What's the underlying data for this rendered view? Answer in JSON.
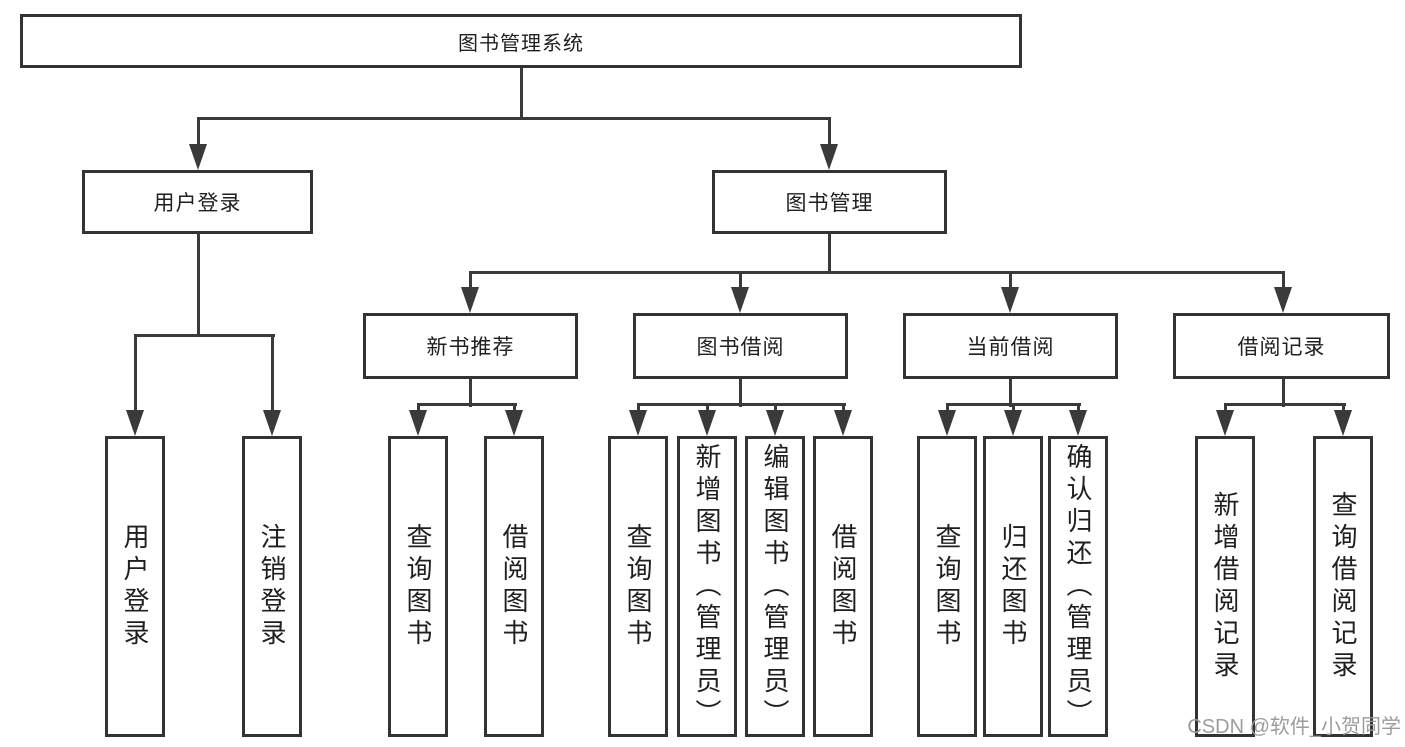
{
  "nodes": {
    "root": "图书管理系统",
    "user_login": "用户登录",
    "book_management": "图书管理",
    "new_book_recommend": "新书推荐",
    "book_borrowing": "图书借阅",
    "current_borrowing": "当前借阅",
    "borrowing_records": "借阅记录",
    "leaf_user_login": "用户登录",
    "leaf_logout": "注销登录",
    "leaf_query_books_a": "查询图书",
    "leaf_borrow_books_a": "借阅图书",
    "leaf_query_books_b": "查询图书",
    "leaf_add_books_admin": "新增图书（管理员）",
    "leaf_edit_books_admin": "编辑图书（管理员）",
    "leaf_borrow_books_b": "借阅图书",
    "leaf_query_books_c": "查询图书",
    "leaf_return_books": "归还图书",
    "leaf_confirm_return_admin": "确认归还（管理员）",
    "leaf_add_borrow_record": "新增借阅记录",
    "leaf_query_borrow_record": "查询借阅记录"
  },
  "hierarchy": {
    "图书管理系统": {
      "用户登录": [
        "用户登录",
        "注销登录"
      ],
      "图书管理": {
        "新书推荐": [
          "查询图书",
          "借阅图书"
        ],
        "图书借阅": [
          "查询图书",
          "新增图书（管理员）",
          "编辑图书（管理员）",
          "借阅图书"
        ],
        "当前借阅": [
          "查询图书",
          "归还图书",
          "确认归还（管理员）"
        ],
        "借阅记录": [
          "新增借阅记录",
          "查询借阅记录"
        ]
      }
    }
  },
  "watermark": {
    "text": "CSDN @软件_小贺同学"
  },
  "colors": {
    "background": "#ffffff",
    "box_border": "#333333",
    "connector_line": "#3a3a3a",
    "text": "#1f1f1f",
    "watermark_text": "#9c9c9c"
  }
}
